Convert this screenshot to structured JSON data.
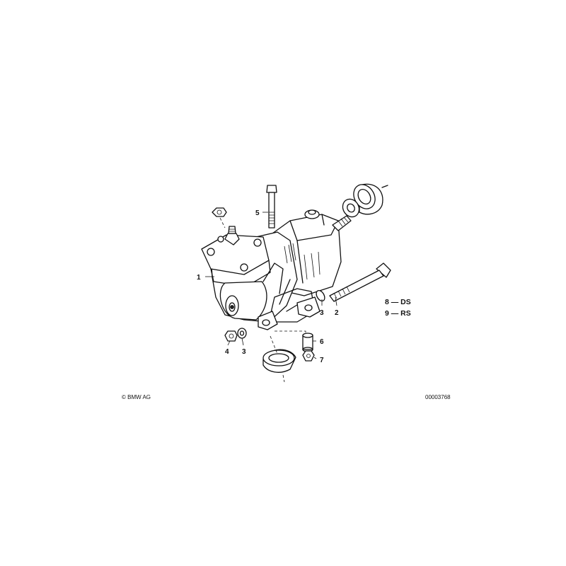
{
  "callouts": {
    "c1": "1",
    "c2": "2",
    "c3a": "3",
    "c3b": "3",
    "c4": "4",
    "c5": "5",
    "c6": "6",
    "c7": "7"
  },
  "legend": {
    "item8": "8 — DS",
    "item9": "9 — RS"
  },
  "footer": {
    "copyright": "© BMW AG",
    "image_number": "00003768"
  }
}
